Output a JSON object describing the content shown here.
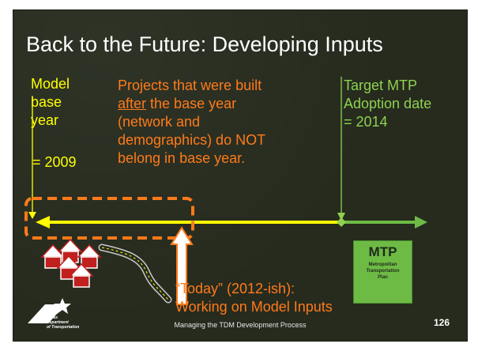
{
  "slide": {
    "title": "Back to the Future: Developing Inputs",
    "model_base_year": [
      "Model",
      "base",
      "year"
    ],
    "base_year_value": "= 2009",
    "projects_note": {
      "line1": "Projects that were built",
      "line2_underlined": "after",
      "line2_rest": " the base year",
      "line3": "(network and",
      "line4": "demographics) do NOT",
      "line5": "belong in base year."
    },
    "target": [
      "Target MTP",
      "Adoption date",
      "= 2014"
    ],
    "today": [
      "“Today” (2012-ish):",
      "Working on Model Inputs"
    ],
    "mtp_box": {
      "title": "MTP",
      "subtitle": [
        "Metropolitan",
        "Transportation",
        "Plan"
      ]
    },
    "logo_text": [
      "Texas",
      "Department",
      "of Transportation"
    ],
    "footer": "Managing the TDM Development Process",
    "page_number": "126"
  },
  "colors": {
    "background": "#262b1e",
    "title": "#ffffff",
    "yellow": "#ffff00",
    "orange": "#ff7a1a",
    "green": "#8fd14f",
    "mtp_box": "#6dbb45"
  },
  "icons": [
    "houses-icon",
    "road-icon",
    "up-arrow-icon",
    "txdot-logo-icon"
  ]
}
